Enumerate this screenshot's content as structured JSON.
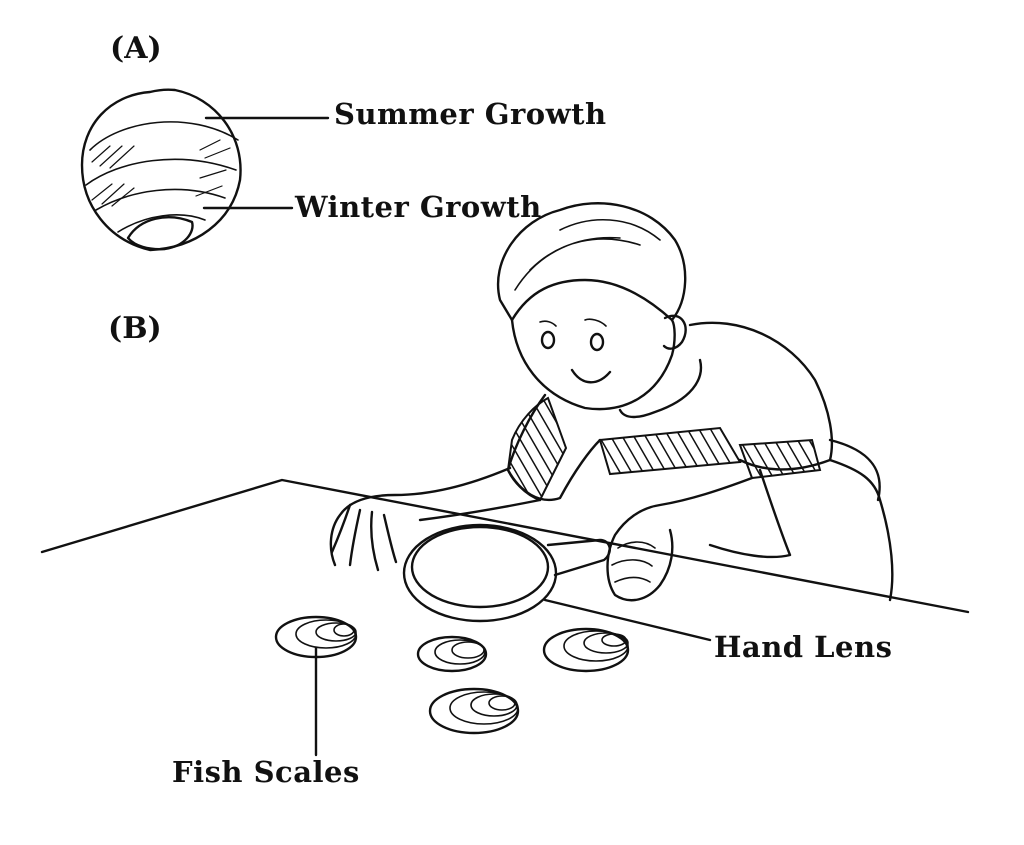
{
  "panels": {
    "a_label": "(A)",
    "b_label": "(B)"
  },
  "labels": {
    "summer_growth": "Summer Growth",
    "winter_growth": "Winter Growth",
    "hand_lens": "Hand Lens",
    "fish_scales": "Fish Scales"
  }
}
